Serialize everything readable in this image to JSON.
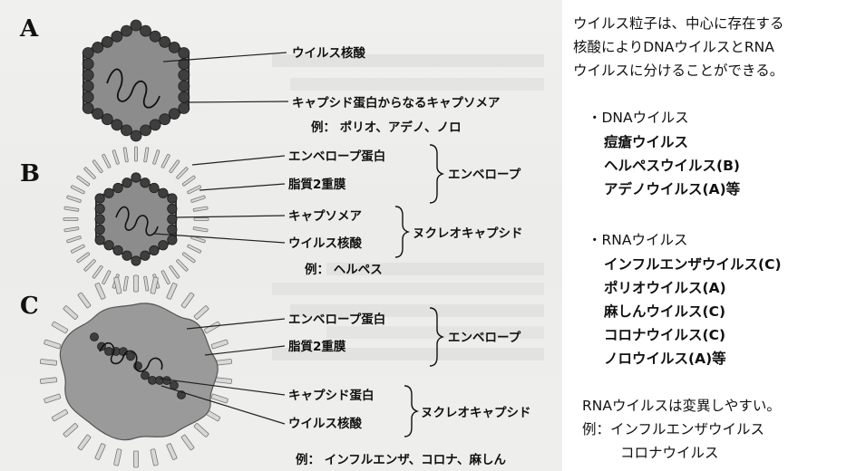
{
  "panels": [
    {
      "letter": "A",
      "labels": [
        "ウイルス核酸",
        "キャプシド蛋白からなるキャプソメア"
      ],
      "example": "例： ポリオ、アデノ、ノロ"
    },
    {
      "letter": "B",
      "labels": [
        "エンベロープ蛋白",
        "脂質2重膜",
        "キャプソメア",
        "ウイルス核酸"
      ],
      "groups": [
        "エンベロープ",
        "ヌクレオキャプシド"
      ],
      "example": "例： ヘルペス"
    },
    {
      "letter": "C",
      "labels": [
        "エンベロープ蛋白",
        "脂質2重膜",
        "キャプシド蛋白",
        "ウイルス核酸"
      ],
      "groups": [
        "エンベロープ",
        "ヌクレオキャプシド"
      ],
      "example": "例： インフルエンザ、コロナ、麻しん"
    }
  ],
  "notes": {
    "intro": [
      "ウイルス粒子は、中心に存在する",
      "核酸によりDNAウイルスとRNA",
      "ウイルスに分けることができる。"
    ],
    "dna_header": "・DNAウイルス",
    "dna_items": [
      "痘瘡ウイルス",
      "ヘルペスウイルス(B)",
      "アデノウイルス(A)等"
    ],
    "rna_header": "・RNAウイルス",
    "rna_items": [
      "インフルエンザウイルス(C)",
      "ポリオウイルス(A)",
      "麻しんウイルス(C)",
      "コロナウイルス(C)",
      "ノロウイルス(A)等"
    ],
    "mutation": "RNAウイルスは変異しやすい。",
    "mutation_example": [
      "例：インフルエンザウイルス",
      "コロナウイルス"
    ]
  },
  "colors": {
    "capsid_fill": "#8c8c8c",
    "capsomere": "#3e3e3e",
    "envelope_fill": "#9a9a9a",
    "spike_fill": "#d8d8d8"
  }
}
